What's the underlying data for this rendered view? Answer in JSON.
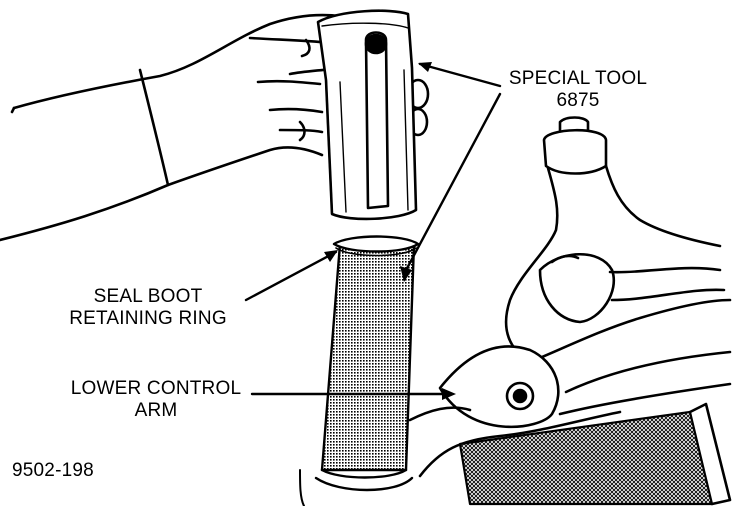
{
  "labels": {
    "special_tool_line1": "SPECIAL TOOL",
    "special_tool_line2": "6875",
    "seal_boot_line1": "SEAL BOOT",
    "seal_boot_line2": "RETAINING RING",
    "control_arm_line1": "LOWER CONTROL",
    "control_arm_line2": "ARM",
    "figure_number": "9502-198"
  },
  "colors": {
    "ink": "#000000",
    "paper": "#ffffff",
    "shade": "#5a5a5a"
  }
}
